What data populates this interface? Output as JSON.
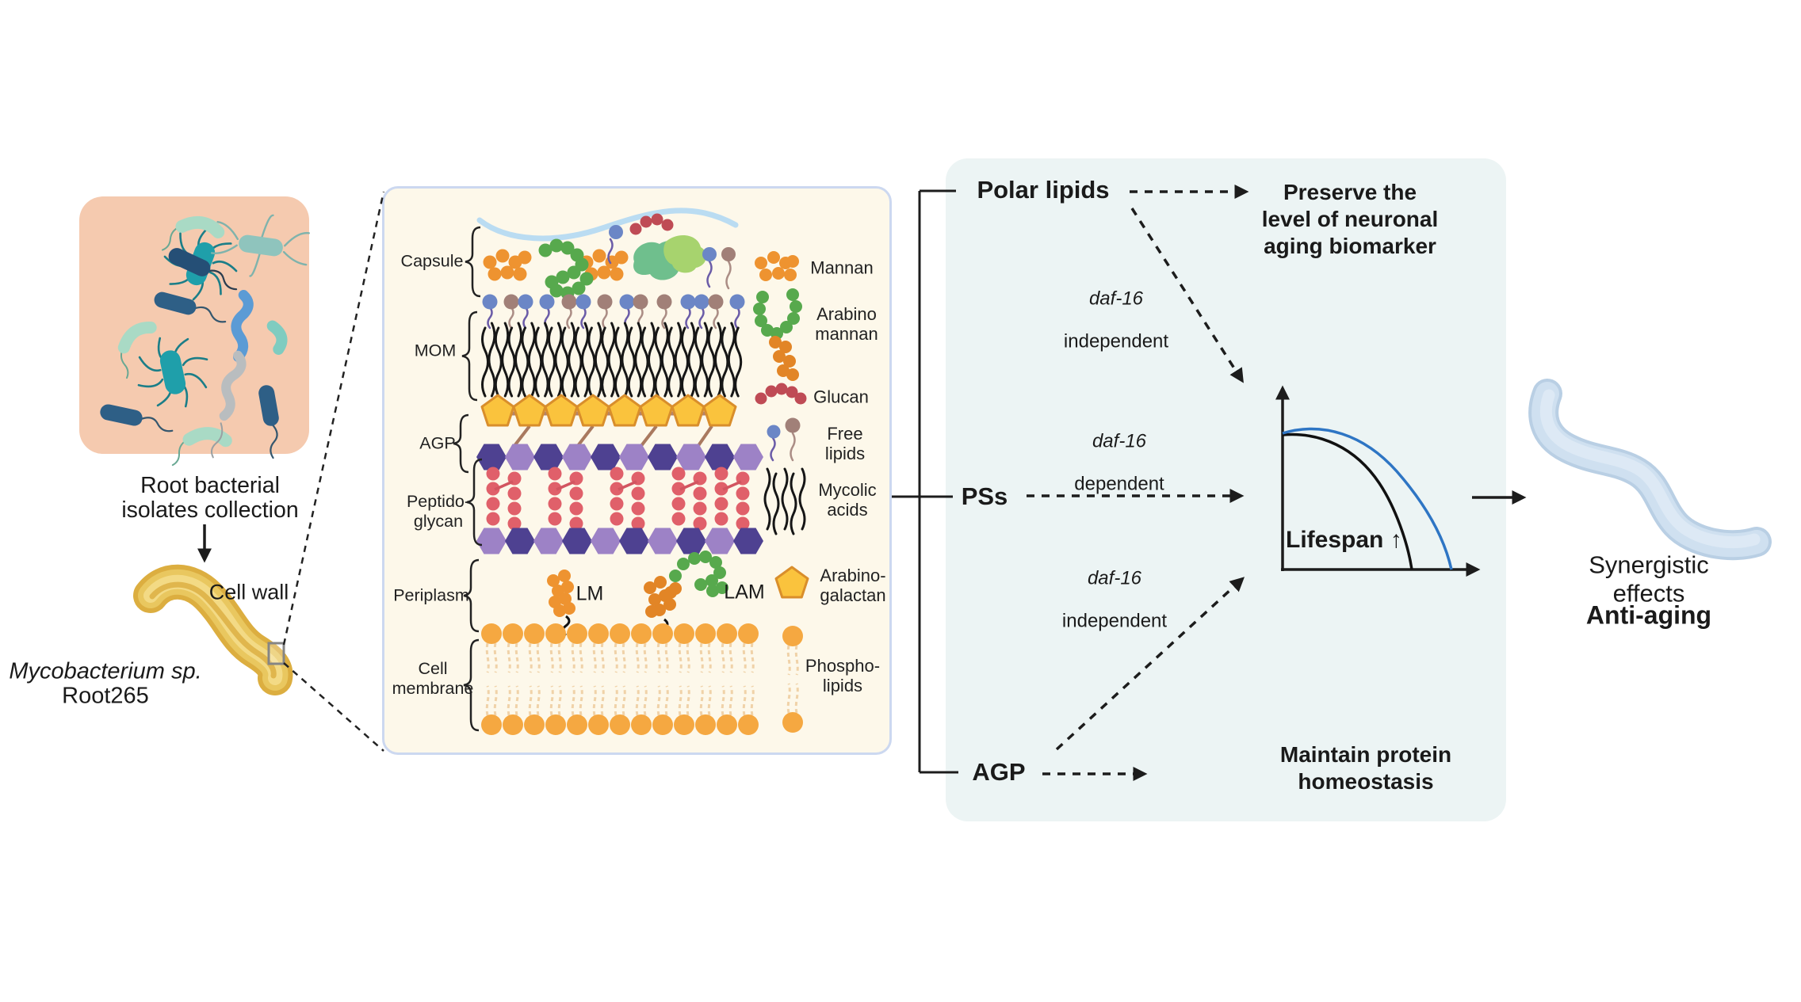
{
  "left": {
    "collection_caption": "Root bacterial\nisolates collection",
    "cell_wall_label": "Cell wall",
    "species": "Mycobacterium sp.",
    "strain": "Root265"
  },
  "cell_wall_panel": {
    "layer_labels": [
      "Capsule",
      "MOM",
      "AGP",
      "Peptido-\nglycan",
      "Periplasm",
      "Cell\nmembrane"
    ],
    "inline_labels": {
      "lm": "LM",
      "lam": "LAM"
    },
    "legend_labels": [
      "Mannan",
      "Arabino\nmannan",
      "Glucan",
      "Free\nlipids",
      "Mycolic\nacids",
      "Arabino-\ngalactan",
      "Phospho-\nlipids"
    ]
  },
  "pathway_panel": {
    "components": {
      "polar_lipids": "Polar lipids",
      "pss": "PSs",
      "agp": "AGP"
    },
    "daf16": [
      {
        "gene": "daf-16",
        "mode": "independent"
      },
      {
        "gene": "daf-16",
        "mode": "dependent"
      },
      {
        "gene": "daf-16",
        "mode": "independent"
      }
    ],
    "outcomes": {
      "neuronal": "Preserve the\nlevel of neuronal\naging biomarker",
      "protein": "Maintain protein\nhomeostasis"
    },
    "lifespan_graph_label": "Lifespan ↑",
    "lifespan_curves": {
      "control": "black",
      "treated": "blue"
    }
  },
  "result": {
    "line1": "Synergistic effects",
    "line2": "Anti-aging"
  },
  "palette": {
    "mannan_orange": "#ee9330",
    "arabinan_green": "#57a94d",
    "glucan_red": "#bf4b55",
    "peptidoglycan_red": "#e0606a",
    "hex_dark_purple": "#4e4191",
    "hex_light_purple": "#9d82c6",
    "arabinogalactan_yellow": "#fac33d",
    "membrane_orange": "#f5a841",
    "treated_curve_blue": "#2e75c4",
    "worm_blue": "#cfe0f0",
    "pink_box": "#f5caaf",
    "beige_box": "#fdf8ea",
    "pathway_box": "#ecf4f4"
  }
}
